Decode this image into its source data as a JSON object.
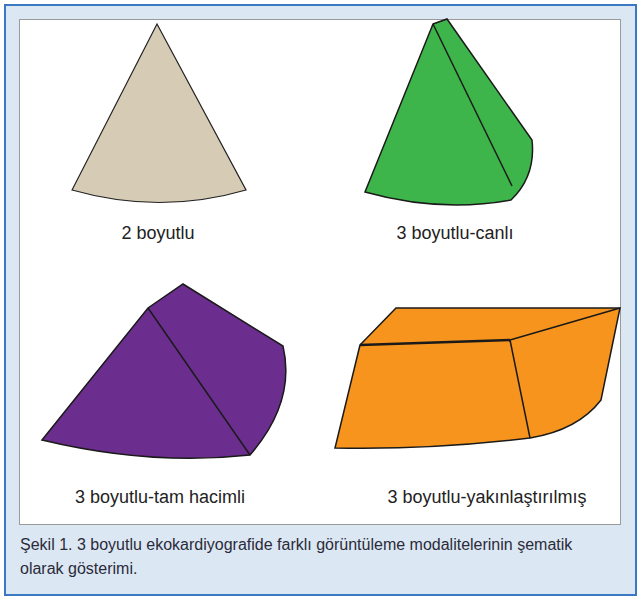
{
  "diagram": {
    "caption": "Şekil 1. 3 boyutlu ekokardiyografide farklı görüntüleme modalitelerinin şematik olarak gösterimi.",
    "labels": [
      "2 boyutlu",
      "3 boyutlu-canlı",
      "3 boyutlu-tam hacimli",
      "3 boyutlu-yakınlaştırılmış"
    ]
  }
}
